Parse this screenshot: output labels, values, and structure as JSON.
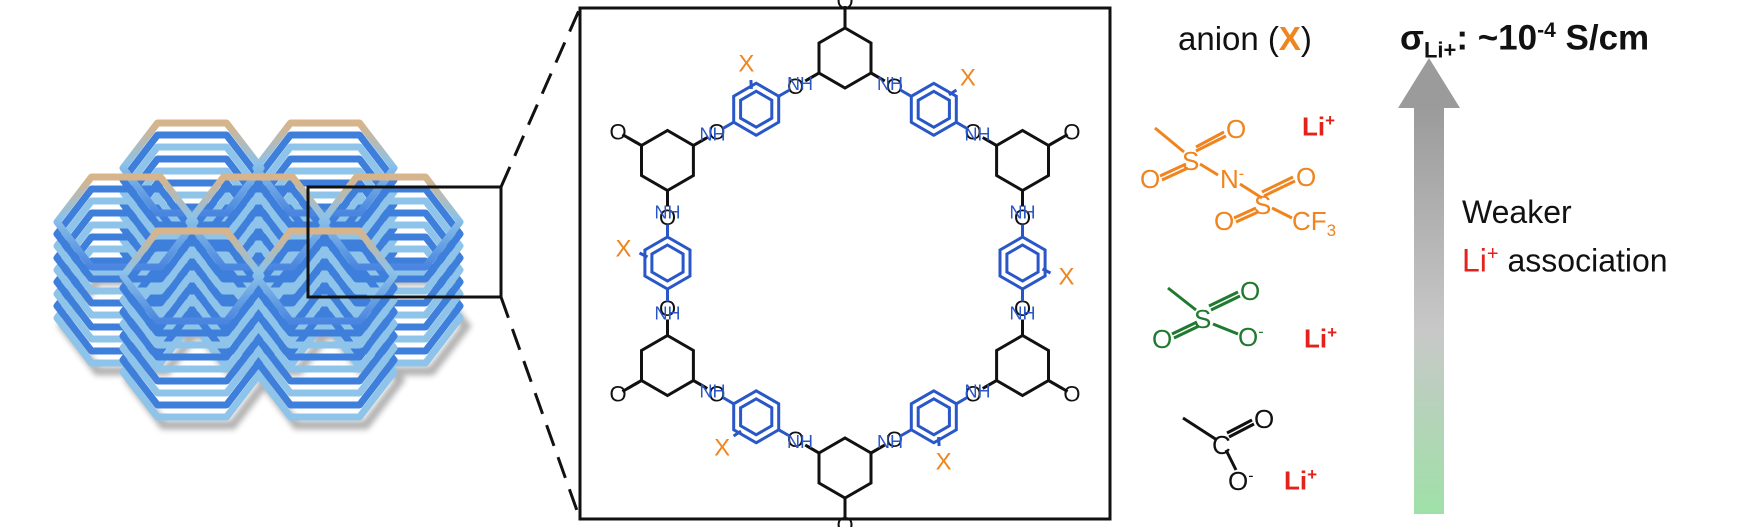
{
  "colors": {
    "orange": "#f0841e",
    "red": "#e3231b",
    "green": "#1f7a2f",
    "blue": "#2a57c8",
    "black": "#111111",
    "arrow_top": "#9b9b9b",
    "arrow_bottom": "#9fe0a8",
    "hex_light": "#d8b48a",
    "hex_blue": "#4a86e0"
  },
  "structure_labels": {
    "x": "X",
    "o": "O",
    "nh": "NH",
    "n": "N",
    "h": "H"
  },
  "anion_header": {
    "prefix": "anion (",
    "x": "X",
    "suffix": ")"
  },
  "anions": {
    "tfsi": {
      "o": "O",
      "s": "S",
      "n": "N",
      "minus": "-",
      "cf3": "CF",
      "sub3": "3",
      "li": "Li",
      "plus": "+"
    },
    "mesylate": {
      "o": "O",
      "s": "S",
      "minus": "-",
      "li": "Li",
      "plus": "+"
    },
    "acetate": {
      "o": "O",
      "c": "C",
      "minus": "-",
      "li": "Li",
      "plus": "+"
    }
  },
  "conductivity": {
    "sigma": "σ",
    "sub": "Li+",
    "value": ": ~10",
    "exp": "-4",
    "unit": " S/cm"
  },
  "arrow_label": {
    "line1": "Weaker",
    "li": "Li",
    "plus": "+",
    "rest": " association"
  }
}
